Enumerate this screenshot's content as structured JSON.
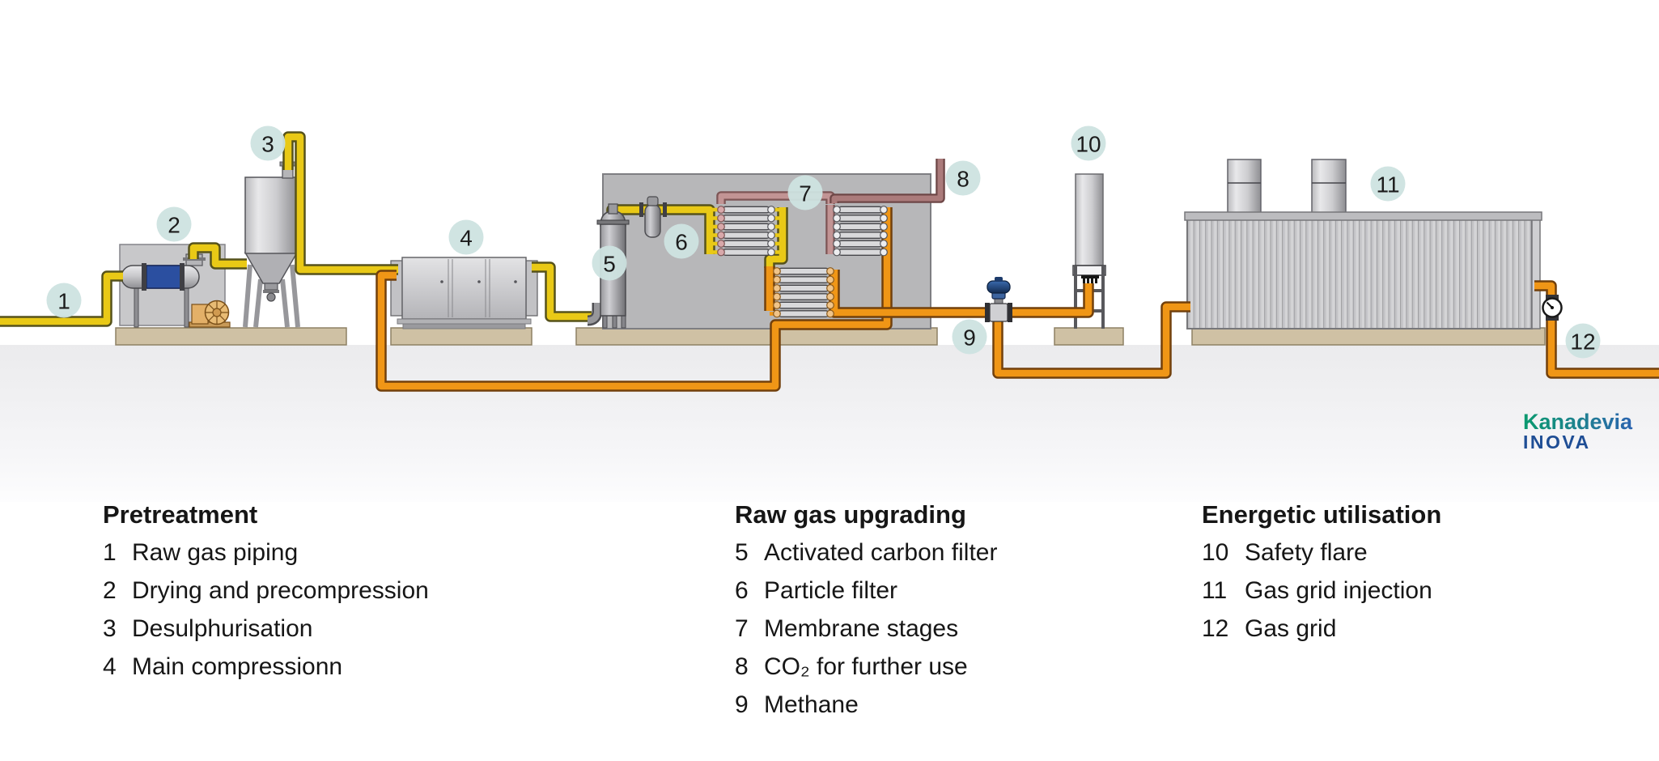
{
  "brand": {
    "line1": "Kanadevia",
    "line2": "INOVA",
    "gradient_start": "#0a9a6e",
    "gradient_end": "#2a63b0",
    "navy": "#1f4e95"
  },
  "diagram": {
    "badges": [
      {
        "label": "1"
      },
      {
        "label": "2"
      },
      {
        "label": "3"
      },
      {
        "label": "4"
      },
      {
        "label": "5"
      },
      {
        "label": "6"
      },
      {
        "label": "7"
      },
      {
        "label": "8"
      },
      {
        "label": "9"
      },
      {
        "label": "10"
      },
      {
        "label": "11"
      },
      {
        "label": "12"
      }
    ],
    "colors": {
      "raw_gas_pipe": "#e9c916",
      "methane_pipe": "#f09616",
      "co2_pipe": "#ab7b7b",
      "permeate_pipe": "#c29494",
      "badge_bg": "#cde3e0",
      "foundation_pad": "#cfc1a4",
      "ground": "#ebebed"
    }
  },
  "legend": {
    "columns": [
      {
        "title": "Pretreatment",
        "items": [
          {
            "num": "1",
            "label": "Raw gas piping"
          },
          {
            "num": "2",
            "label": "Drying and precompression"
          },
          {
            "num": "3",
            "label": "Desulphurisation"
          },
          {
            "num": "4",
            "label": "Main compressionn"
          }
        ]
      },
      {
        "title": "Raw gas upgrading",
        "items": [
          {
            "num": "5",
            "label": "Activated carbon filter"
          },
          {
            "num": "6",
            "label": "Particle filter"
          },
          {
            "num": "7",
            "label": "Membrane stages"
          },
          {
            "num": "8",
            "label": "CO₂ for further use"
          },
          {
            "num": "9",
            "label": "Methane"
          }
        ]
      },
      {
        "title": "Energetic utilisation",
        "items": [
          {
            "num": "10",
            "label": "Safety flare"
          },
          {
            "num": "11",
            "label": "Gas grid injection"
          },
          {
            "num": "12",
            "label": "Gas grid"
          }
        ]
      }
    ]
  }
}
